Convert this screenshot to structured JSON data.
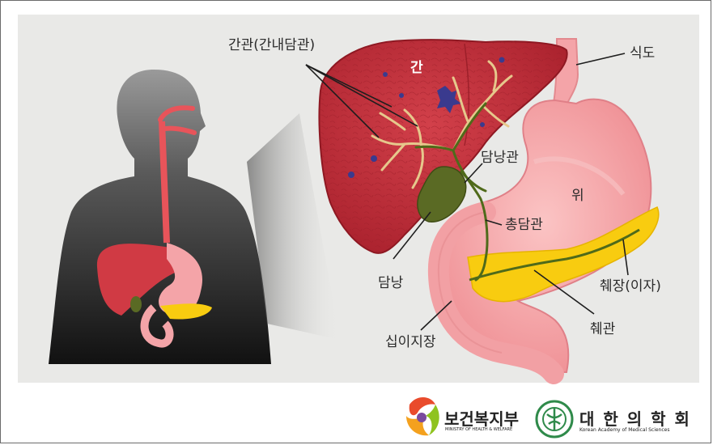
{
  "labels": {
    "liver": "간",
    "hepatic_duct": "간관(간내담관)",
    "esophagus": "식도",
    "cystic_duct": "담낭관",
    "stomach": "위",
    "common_bile_duct": "총담관",
    "gallbladder": "담낭",
    "pancreas": "췌장(이자)",
    "pancreatic_duct": "췌관",
    "duodenum": "십이지장"
  },
  "logos": {
    "ministry_name": "보건복지부",
    "ministry_sub": "MINISTRY OF HEALTH & WELFARE",
    "academy_name": "대 한 의 학 회",
    "academy_sub": "Korean Academy of Medical Sciences"
  },
  "colors": {
    "liver": "#c8323e",
    "stomach": "#f2a0a4",
    "pancreas": "#f8cc10",
    "gallbladder": "#5a6a24",
    "duct": "#6b7a1e",
    "silhouette": "#3a3a3a",
    "academy_green": "#2f8a4a"
  }
}
